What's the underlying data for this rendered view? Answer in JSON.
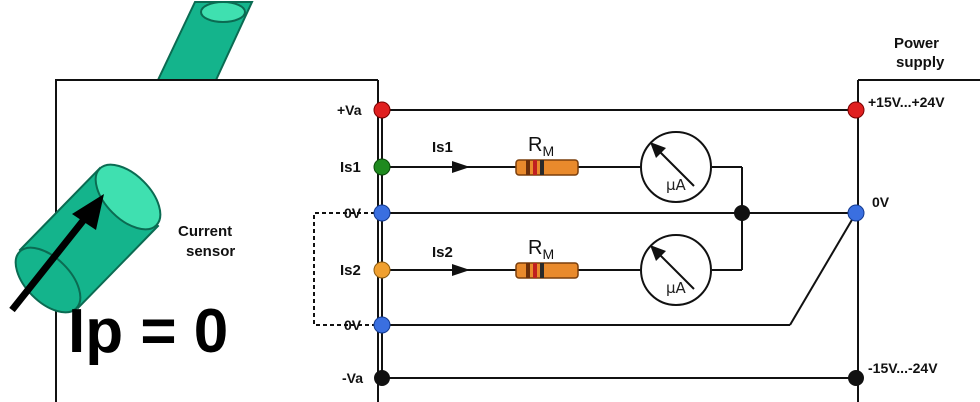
{
  "sensor": {
    "label_line1": "Current",
    "label_line2": "sensor",
    "equation": "Ip = 0"
  },
  "power_supply": {
    "title_line1": "Power",
    "title_line2": "supply"
  },
  "sensor_pins": {
    "vplus": "+Va",
    "is1": "Is1",
    "zero_v_top": "0V",
    "is2": "Is2",
    "zero_v_bottom": "0V",
    "vminus": "-Va"
  },
  "supply_terminals": {
    "positive": "+15V...+24V",
    "zero": "0V",
    "negative": "-15V...-24V"
  },
  "current_labels": {
    "is1": "Is1",
    "is2": "Is2"
  },
  "resistors": {
    "main": "R",
    "subscript": "M"
  },
  "meter": {
    "unit": "µA"
  },
  "colors": {
    "vplus_node": "#e02020",
    "is1_node": "#1e8a1e",
    "zero_node": "#3a6fe0",
    "is2_node": "#f0a030",
    "vminus_node": "#111111",
    "pipe": "#14b48c",
    "resistor_body": "#e98a2c"
  },
  "icons": [
    "sensor-pipe-icon",
    "direction-arrow-icon",
    "resistor-icon",
    "microammeter-icon"
  ]
}
